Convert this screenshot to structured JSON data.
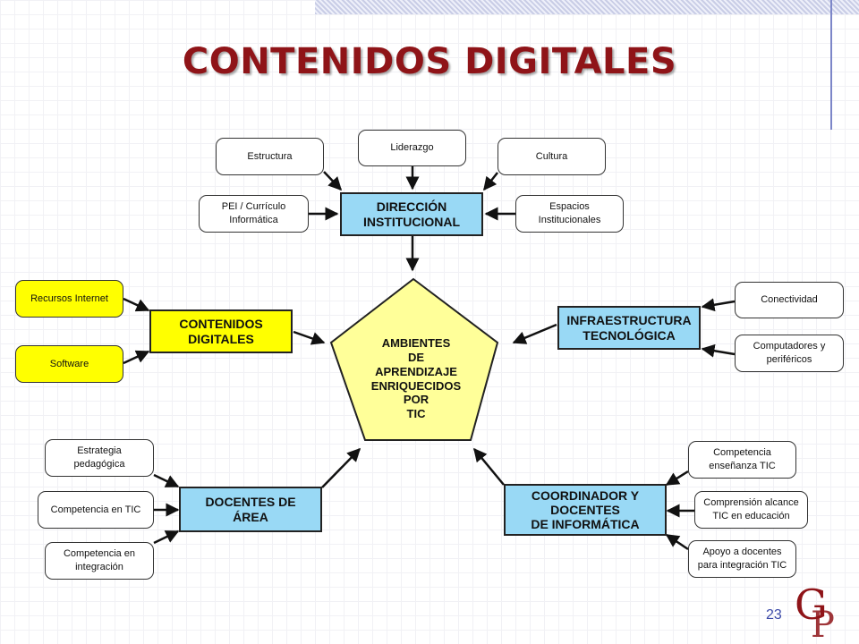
{
  "title": "CONTENIDOS DIGITALES",
  "page_number": "23",
  "colors": {
    "title": "#8f1418",
    "blue_box": "#99d9f5",
    "yellow_box": "#ffff00",
    "pentagon": "#ffff99"
  },
  "center": {
    "label": "AMBIENTES\nDE\nAPRENDIZAJE\nENRIQUECIDOS\nPOR\nTIC"
  },
  "nodes": {
    "direccion": "DIRECCIÓN\nINSTITUCIONAL",
    "contenidos": "CONTENIDOS\nDIGITALES",
    "infraestructura": "INFRAESTRUCTURA\nTECNOLÓGICA",
    "docentes_area": "DOCENTES DE\nÁREA",
    "coordinador": "COORDINADOR Y\nDOCENTES\nDE INFORMÁTICA"
  },
  "sub": {
    "estructura": "Estructura",
    "liderazgo": "Liderazgo",
    "cultura": "Cultura",
    "pei": "PEI / Currículo\nInformática",
    "espacios": "Espacios\nInstitucionales",
    "recursos_internet": "Recursos Internet",
    "software": "Software",
    "conectividad": "Conectividad",
    "computadores": "Computadores y\nperiféricos",
    "estrategia": "Estrategia\npedagógica",
    "competencia_tic": "Competencia en TIC",
    "competencia_integracion": "Competencia en\nintegración",
    "competencia_ensenanza": "Competencia\nenseñanza TIC",
    "comprension": "Comprensión alcance\nTIC en educación",
    "apoyo": "Apoyo a docentes\npara integración TIC"
  },
  "logo": {
    "text": "GP"
  }
}
